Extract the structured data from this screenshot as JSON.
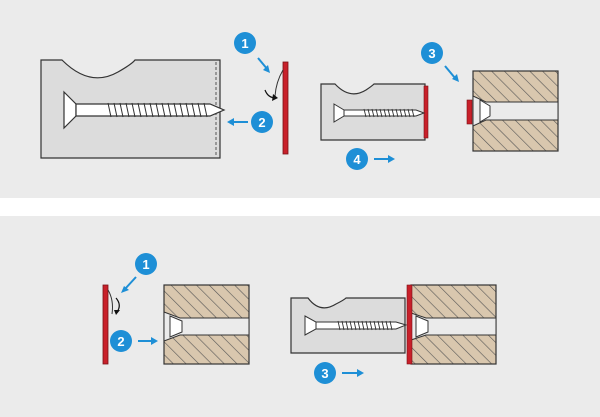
{
  "colors": {
    "panel_background": "#ebebeb",
    "divider": "#ffffff",
    "plate_fill": "#dcdcdc",
    "outline": "#333333",
    "strip_red": "#c8202a",
    "wood_fill": "#d9c7ae",
    "step_badge_blue": "#1e8fd6",
    "arrow_blue": "#1e8fd6"
  },
  "top_sequence": {
    "steps": [
      {
        "number": "1"
      },
      {
        "number": "2"
      },
      {
        "number": "3"
      },
      {
        "number": "4"
      }
    ]
  },
  "bottom_sequence": {
    "steps": [
      {
        "number": "1"
      },
      {
        "number": "2"
      },
      {
        "number": "3"
      }
    ]
  },
  "icons": {
    "badge": "numbered-step-badge",
    "arrow": "blue-direction-arrow",
    "curved_arrow": "black-curved-arrow"
  }
}
